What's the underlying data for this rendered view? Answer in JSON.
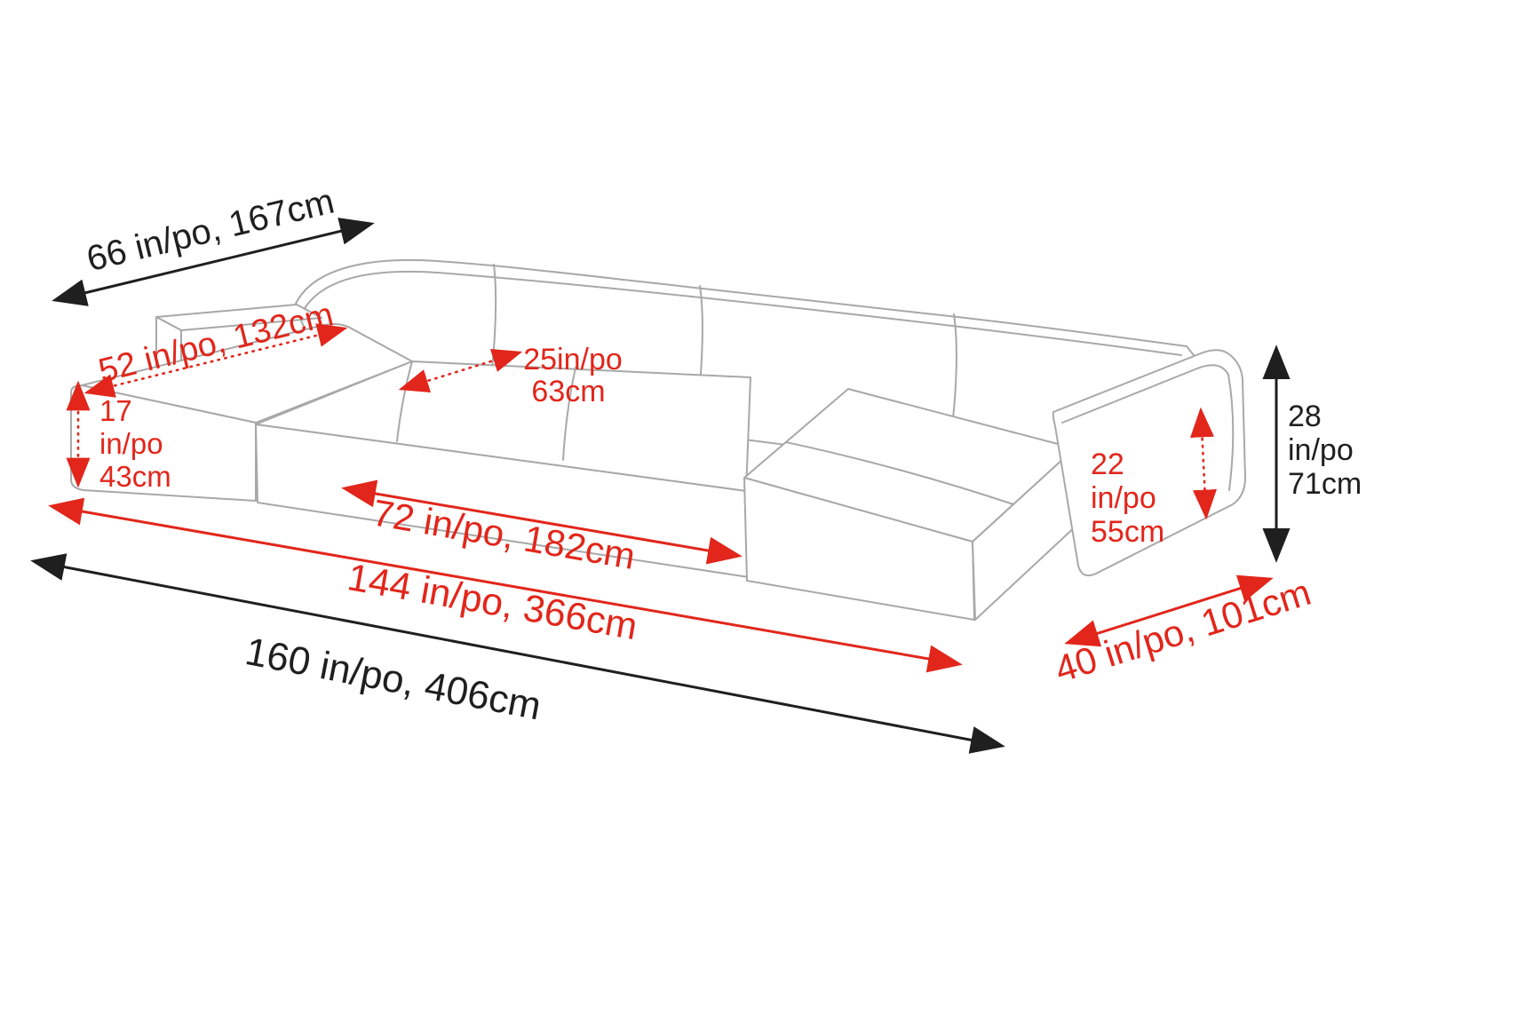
{
  "diagram": {
    "type": "furniture-dimension-diagram",
    "subject": "u-shaped-sectional-sofa",
    "colors": {
      "dimension_red": "#e2261b",
      "dimension_black": "#1f1f1f",
      "sofa_outline": "#a8a8a8",
      "background": "#ffffff"
    },
    "dims": {
      "depth_left": {
        "label": "66 in/po, 167cm",
        "style": "black-solid"
      },
      "chaise_length": {
        "label": "52 in/po, 132cm",
        "style": "red-dotted"
      },
      "seat_height": {
        "lines": [
          "17",
          "in/po",
          "43cm"
        ],
        "style": "red-dotted"
      },
      "seat_depth": {
        "lines": [
          "25in/po",
          "63cm"
        ],
        "style": "red-dotted"
      },
      "seat_width": {
        "label": "72 in/po, 182cm",
        "style": "red-solid"
      },
      "interior_width": {
        "label": "144 in/po, 366cm",
        "style": "red-solid"
      },
      "overall_width": {
        "label": "160 in/po, 406cm",
        "style": "black-solid"
      },
      "arm_height": {
        "lines": [
          "22",
          "in/po",
          "55cm"
        ],
        "style": "red-dotted"
      },
      "overall_height": {
        "lines": [
          "28",
          "in/po",
          "71cm"
        ],
        "style": "black-solid"
      },
      "depth_right": {
        "label": "40 in/po, 101cm",
        "style": "red-solid"
      }
    }
  }
}
